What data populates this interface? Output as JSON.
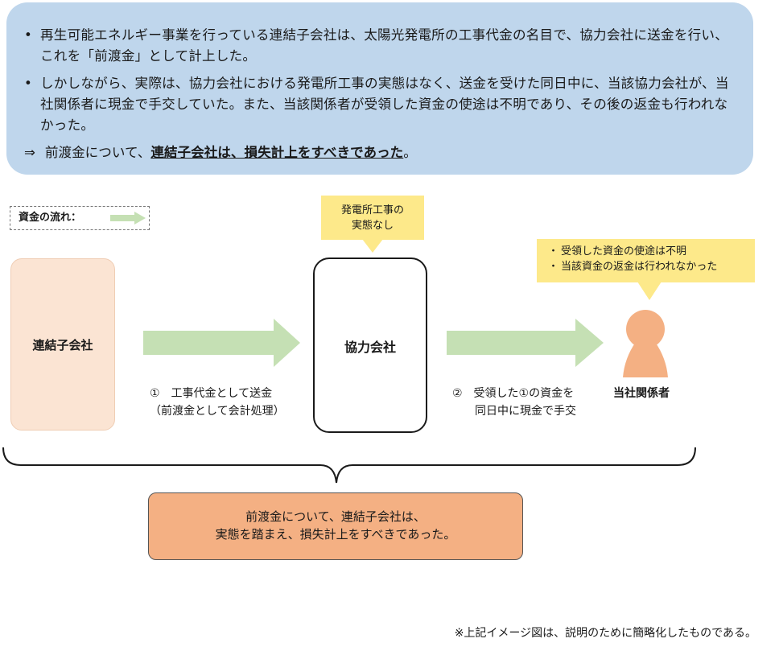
{
  "summary": {
    "bullet_mark": "•",
    "bullets": [
      "再生可能エネルギー事業を行っている連結子会社は、太陽光発電所の工事代金の名目で、協力会社に送金を行い、これを「前渡金」として計上した。",
      "しかしながら、実際は、協力会社における発電所工事の実態はなく、送金を受けた同日中に、当該協力会社が、当社関係者に現金で手交していた。また、当該関係者が受領した資金の使途は不明であり、その後の返金も行われなかった。"
    ],
    "conclusion": {
      "arrow": "⇒",
      "prefix": "前渡金について、",
      "emphasis": "連結子会社は、損失計上をすべきであった",
      "suffix": "。"
    }
  },
  "legend": {
    "label": "資金の流れ："
  },
  "notes": {
    "partner_line1": "発電所工事の",
    "partner_line2": "実態なし",
    "bullet_mark": "・",
    "related_items": [
      "受領した資金の使途は不明",
      "当該資金の返金は行われなかった"
    ]
  },
  "entities": {
    "subsidiary": "連結子会社",
    "partner": "協力会社",
    "related_person": "当社関係者"
  },
  "flows": {
    "step1_line1": "①　工事代金として送金",
    "step1_line2": "（前渡金として会計処理）",
    "step2_line1": "②　受領した①の資金を",
    "step2_line2": "同日中に現金で手交"
  },
  "result": {
    "line1": "前渡金について、連結子会社は、",
    "line2": "実態を踏まえ、損失計上をすべきであった。"
  },
  "footer": "※上記イメージ図は、説明のために簡略化したものである。",
  "colors": {
    "summary_bg": "#bfd6ec",
    "arrow_green": "#c5e0b4",
    "note_yellow": "#fde98a",
    "subsidiary_bg": "#fbe4d3",
    "person_orange": "#f4b083",
    "result_bg": "#f4b083"
  }
}
